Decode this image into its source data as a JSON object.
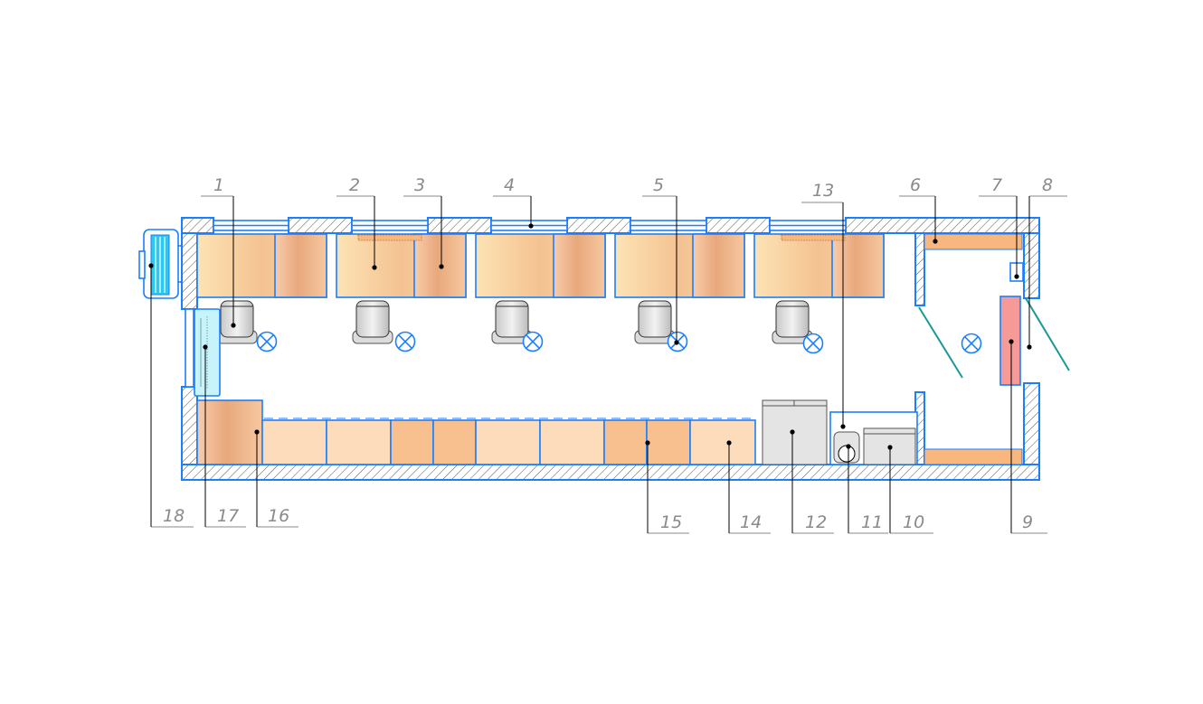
{
  "callouts": [
    {
      "num": "1"
    },
    {
      "num": "2"
    },
    {
      "num": "3"
    },
    {
      "num": "4"
    },
    {
      "num": "5"
    },
    {
      "num": "6"
    },
    {
      "num": "7"
    },
    {
      "num": "8"
    },
    {
      "num": "9"
    },
    {
      "num": "10"
    },
    {
      "num": "11"
    },
    {
      "num": "12"
    },
    {
      "num": "13"
    },
    {
      "num": "14"
    },
    {
      "num": "15"
    },
    {
      "num": "16"
    },
    {
      "num": "17"
    },
    {
      "num": "18"
    }
  ],
  "colors": {
    "wall_outline": "#1a7fff",
    "desk": "#f7c79a",
    "cabinet": "#fddcbc",
    "cabinet_dark": "#f8c08e",
    "appliance": "#e4e4e4",
    "heater": "#f59a97",
    "door_leaf": "#1a9a96",
    "ac_unit": "#2bc9f2",
    "coat_rack": "#c7f4fb"
  },
  "icons": [
    "window-icon",
    "office-chair-icon",
    "ceiling-lamp-icon",
    "radiator-icon",
    "door-icon",
    "ac-unit-icon"
  ]
}
